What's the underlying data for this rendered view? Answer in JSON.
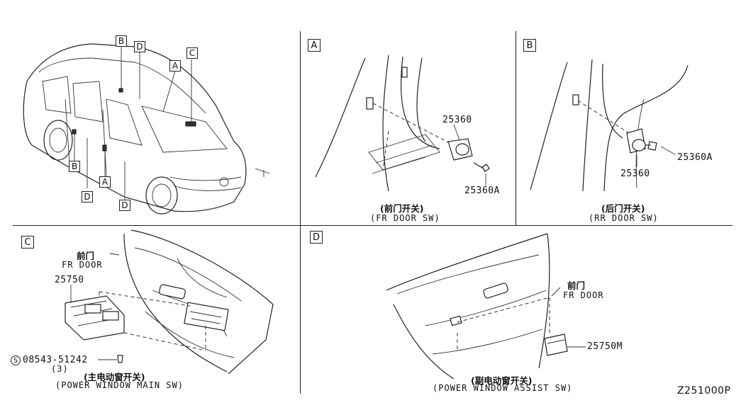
{
  "diagram_code": "Z251000P",
  "panels": {
    "vehicle": {
      "callouts": [
        "B",
        "D",
        "C",
        "A",
        "B",
        "D",
        "A",
        "D"
      ]
    },
    "A": {
      "tag": "A",
      "part_switch": "25360",
      "part_bolt": "25360A",
      "title_cn": "(前门开关)",
      "title_en": "(FR DOOR SW)"
    },
    "B": {
      "tag": "B",
      "part_switch": "25360",
      "part_bolt": "25360A",
      "title_cn": "(后门开关)",
      "title_en": "(RR DOOR SW)"
    },
    "C": {
      "tag": "C",
      "door_cn": "前门",
      "door_en": "FR DOOR",
      "part_switch": "25750",
      "screw_symbol": "S",
      "screw_part": "08543-51242",
      "screw_qty": "(3)",
      "title_cn": "(主电动窗开关)",
      "title_en": "(POWER WINDOW MAIN SW)"
    },
    "D": {
      "tag": "D",
      "door_cn": "前门",
      "door_en": "FR DOOR",
      "part_switch": "25750M",
      "title_cn": "(副电动窗开关)",
      "title_en": "(POWER WINDOW ASSIST SW)"
    }
  }
}
